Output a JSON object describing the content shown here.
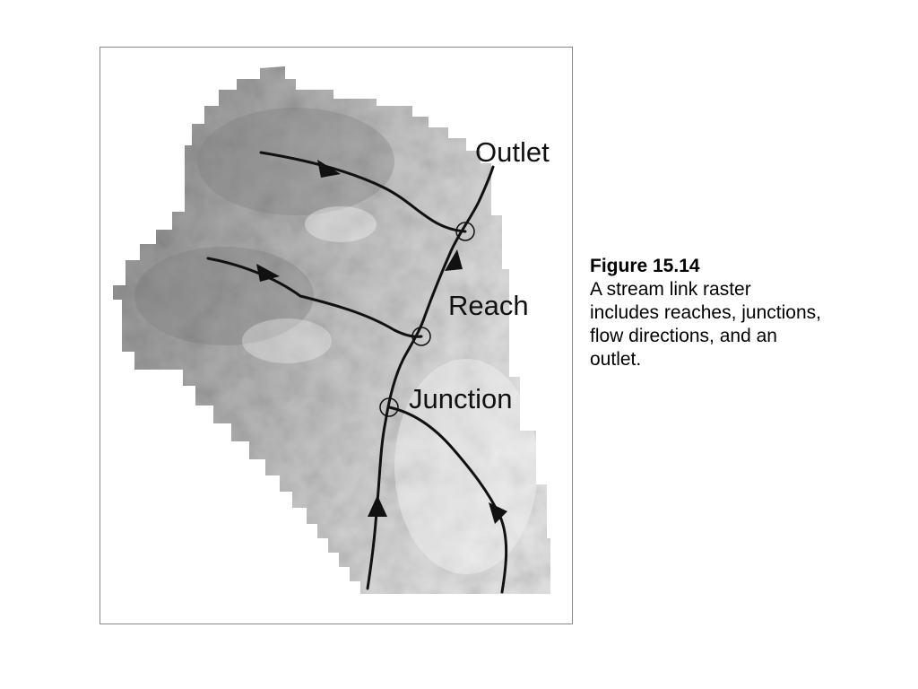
{
  "figure": {
    "labels": {
      "outlet": "Outlet",
      "reach": "Reach",
      "junction": "Junction"
    }
  },
  "caption": {
    "title": "Figure 15.14",
    "text": "A stream link raster includes reaches, junctions, flow directions, and an outlet."
  },
  "colors": {
    "stream": "#111111",
    "frame": "#8a8a8a"
  }
}
